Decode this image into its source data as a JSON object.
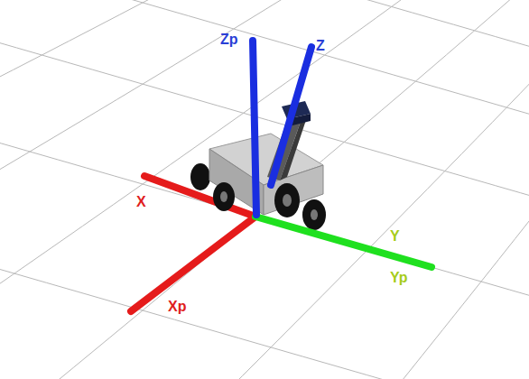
{
  "diagram": {
    "labels": [
      "Zp",
      "Z",
      "X",
      "Xp",
      "Y",
      "Yp"
    ]
  }
}
